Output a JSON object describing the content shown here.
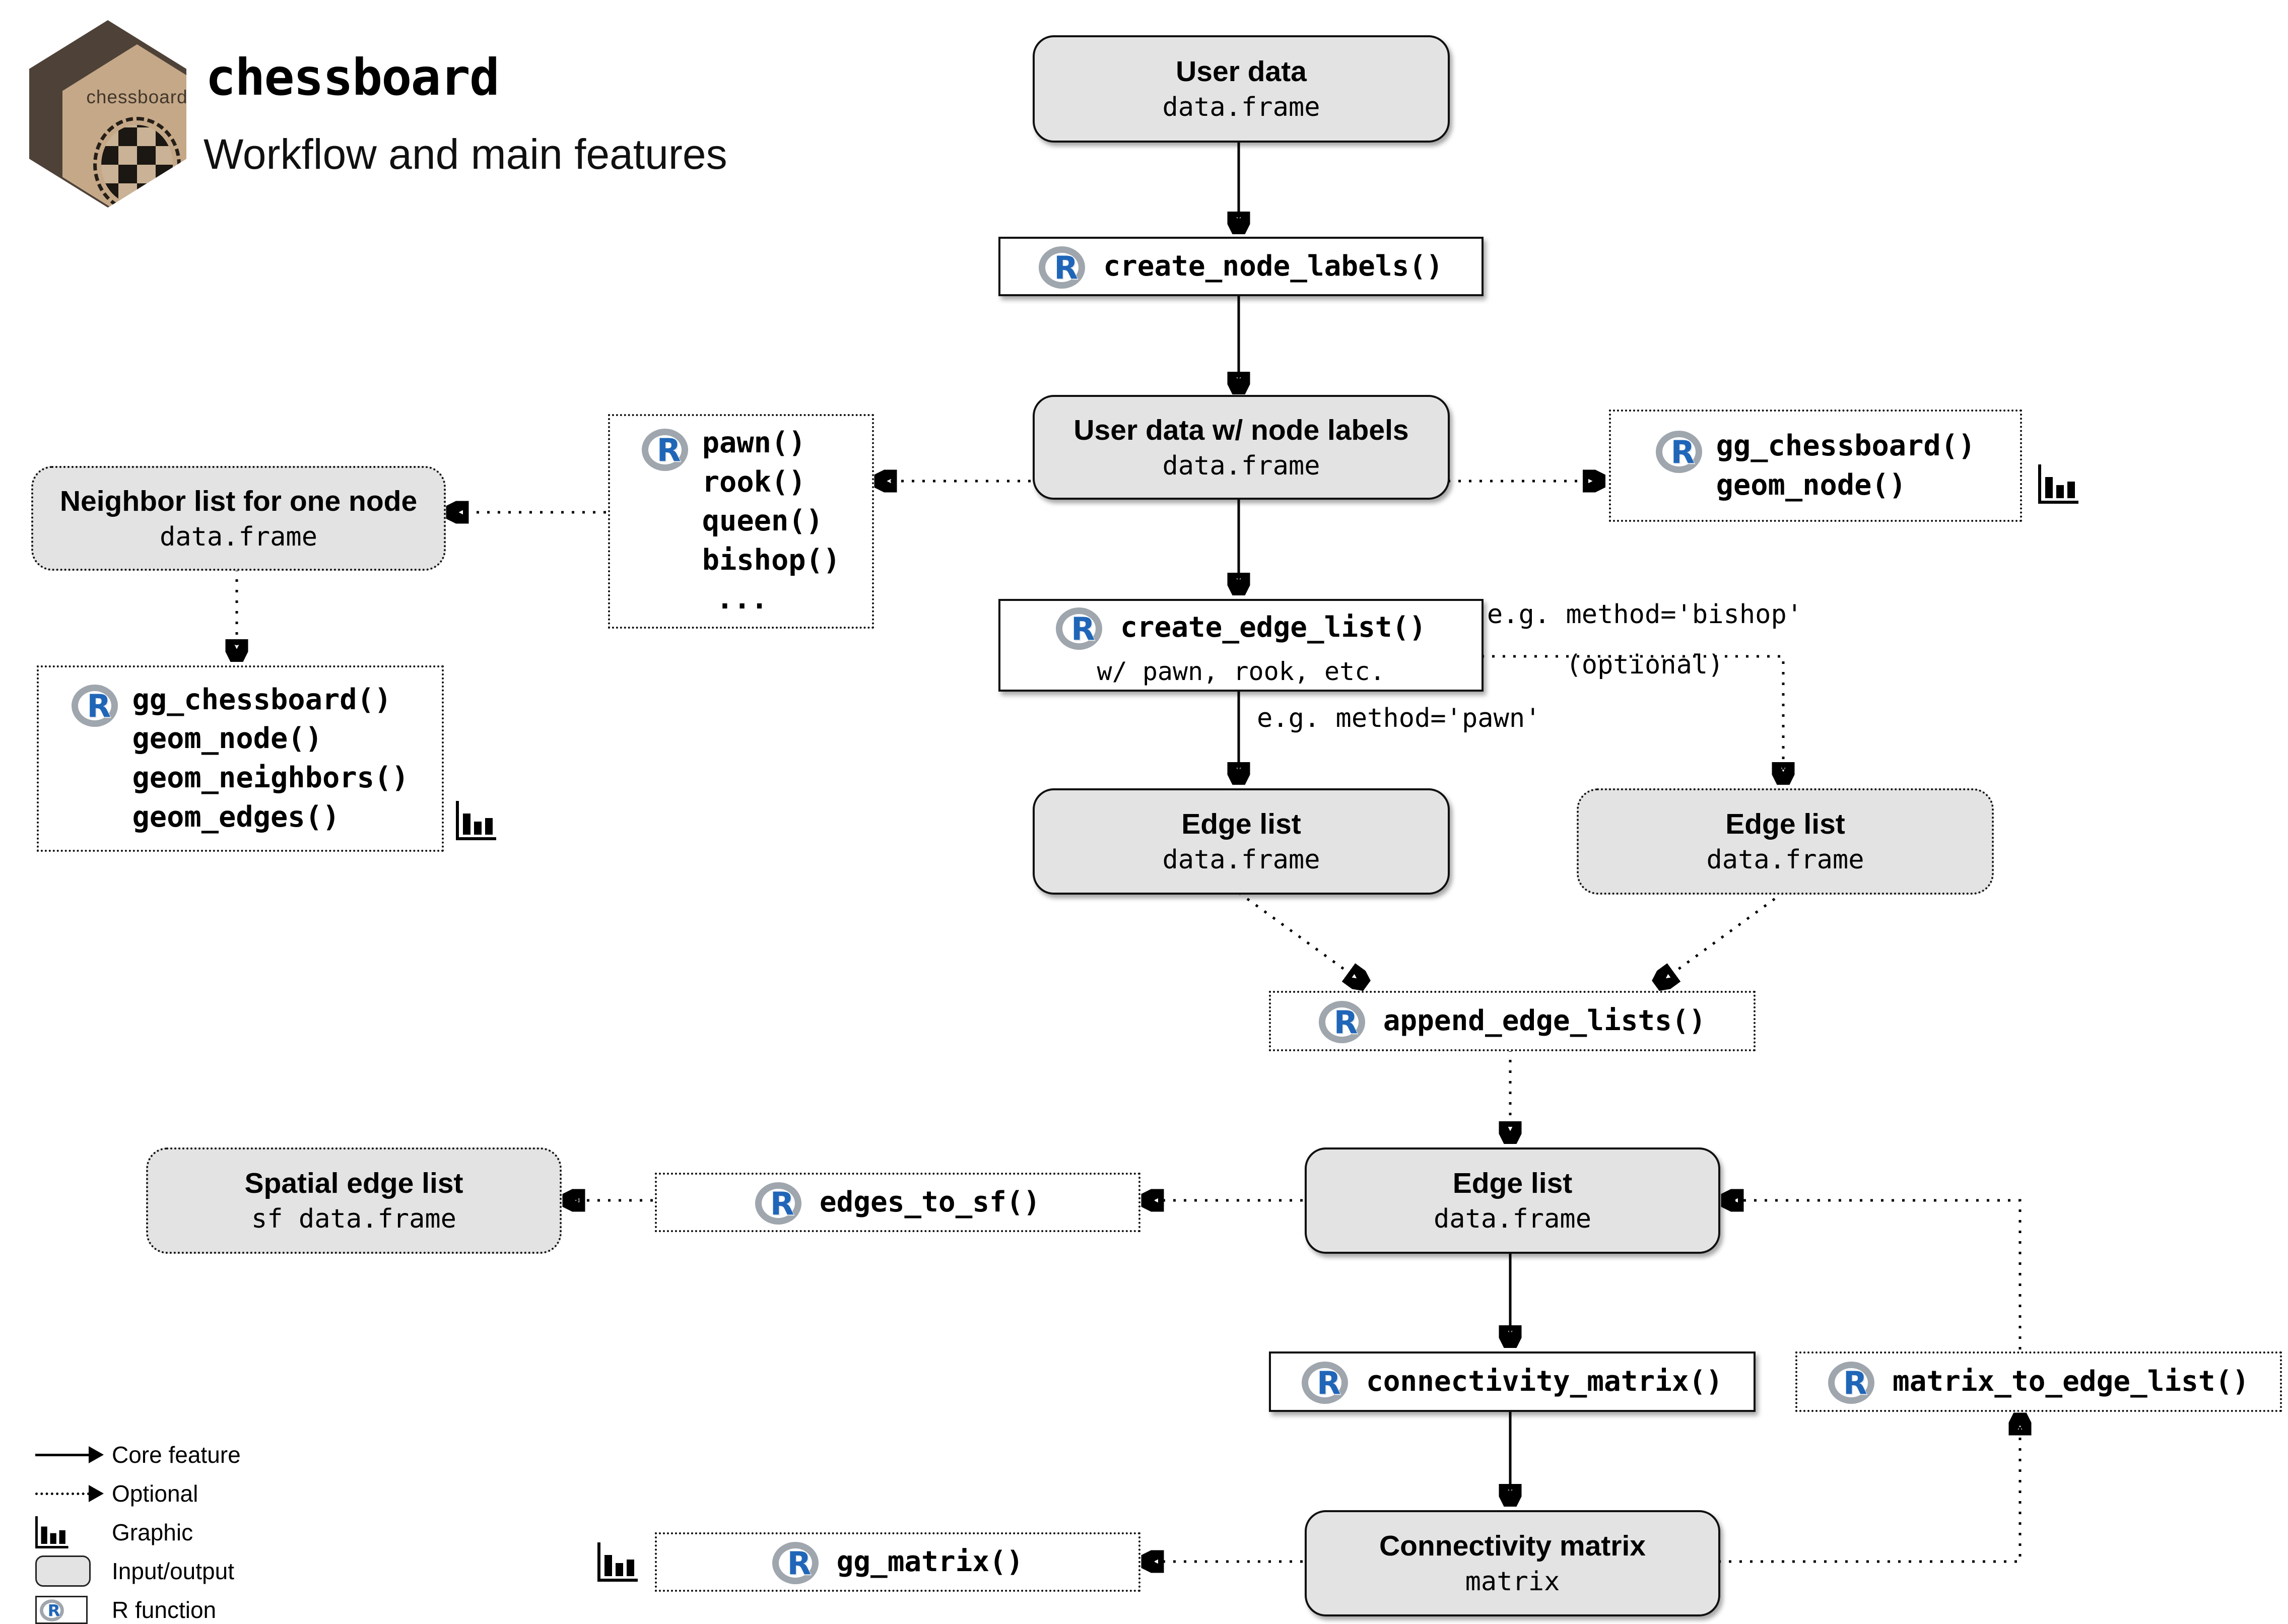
{
  "header": {
    "title": "chessboard",
    "subtitle": "Workflow and main features",
    "logo_label": "chessboard"
  },
  "nodes": {
    "user_data": {
      "title": "User data",
      "subtitle": "data.frame"
    },
    "create_node_labels": {
      "label": "create_node_labels()"
    },
    "user_data_labels": {
      "title": "User data w/ node labels",
      "subtitle": "data.frame"
    },
    "piece_functions": {
      "lines": [
        "pawn()",
        "rook()",
        "queen()",
        "bishop()",
        "..."
      ]
    },
    "gg_chessboard_node": {
      "lines": [
        "gg_chessboard()",
        "geom_node()"
      ]
    },
    "neighbor_list": {
      "title": "Neighbor list for one node",
      "subtitle": "data.frame"
    },
    "gg_chessboard_full": {
      "lines": [
        "gg_chessboard()",
        "geom_node()",
        "geom_neighbors()",
        "geom_edges()"
      ]
    },
    "create_edge_list": {
      "label": "create_edge_list()",
      "sublabel": "w/ pawn, rook, etc."
    },
    "edge_list_pawn": {
      "title": "Edge list",
      "subtitle": "data.frame"
    },
    "edge_list_bishop": {
      "title": "Edge list",
      "subtitle": "data.frame"
    },
    "append_edge_lists": {
      "label": "append_edge_lists()"
    },
    "edge_list_main": {
      "title": "Edge list",
      "subtitle": "data.frame"
    },
    "edges_to_sf": {
      "label": "edges_to_sf()"
    },
    "spatial_edge_list": {
      "title": "Spatial edge list",
      "subtitle": "sf data.frame"
    },
    "connectivity_matrix_fn": {
      "label": "connectivity_matrix()"
    },
    "matrix_to_edge_list_fn": {
      "label": "matrix_to_edge_list()"
    },
    "connectivity_matrix": {
      "title": "Connectivity matrix",
      "subtitle": "matrix"
    },
    "gg_matrix": {
      "label": "gg_matrix()"
    }
  },
  "edge_labels": {
    "bishop": "e.g. method='bishop'",
    "optional": "(optional)",
    "pawn": "e.g. method='pawn'"
  },
  "legend": {
    "items": [
      {
        "label": "Core feature"
      },
      {
        "label": "Optional"
      },
      {
        "label": "Graphic"
      },
      {
        "label": "Input/output"
      },
      {
        "label": "R function"
      }
    ]
  },
  "colors": {
    "io_fill": "#e3e3e3",
    "line": "#000000",
    "r_blue": "#2066b8",
    "r_gray": "#9fa6ad",
    "hex_fill": "#c5a888",
    "hex_border": "#4e4238"
  }
}
